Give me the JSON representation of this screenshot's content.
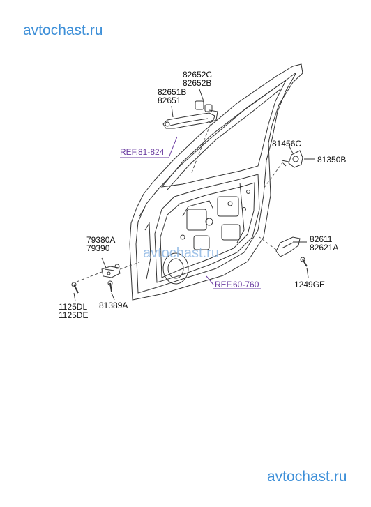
{
  "watermarks": {
    "top": "avtochast.ru",
    "middle": "avtochast.ru",
    "bottom": "avtochast.ru"
  },
  "references": {
    "ref_outer_handle": "REF.81-824",
    "ref_door_panel": "REF.60-760"
  },
  "part_labels": {
    "p82652C": "82652C",
    "p82652B": "82652B",
    "p82651B": "82651B",
    "p82651": "82651",
    "p81456C": "81456C",
    "p81350B": "81350B",
    "p79380A": "79380A",
    "p79390": "79390",
    "p82611": "82611",
    "p82621A": "82621A",
    "p1249GE": "1249GE",
    "p1125DL": "1125DL",
    "p1125DE": "1125DE",
    "p81389A": "81389A"
  },
  "colors": {
    "watermark": "#3d8fd8",
    "reference_text": "#6a3aa0",
    "line": "#333333"
  }
}
